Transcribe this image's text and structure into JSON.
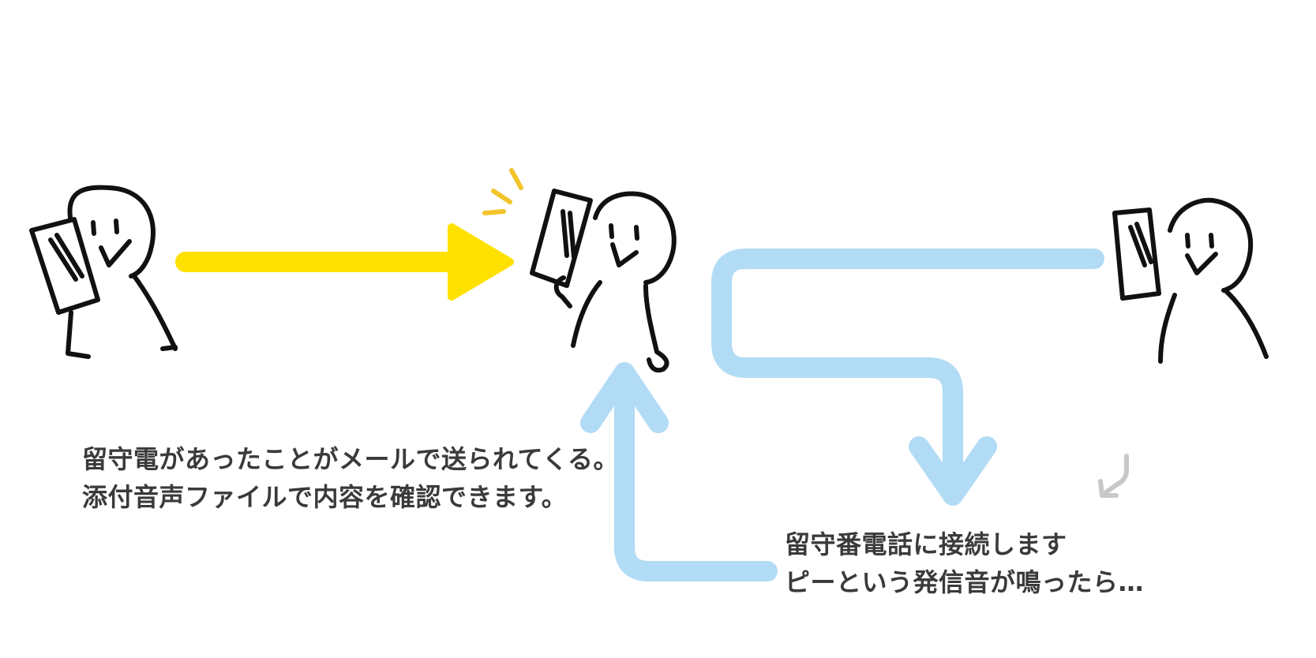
{
  "captions": {
    "left": {
      "line1": "留守電があったことがメールで送られてくる。",
      "line2": "添付音声ファイルで内容を確認できます。"
    },
    "right": {
      "line1": "留守番電話に接続します",
      "line2": "ピーという発信音が鳴ったら…"
    }
  },
  "colors": {
    "yellow_arrow": "#ffe100",
    "blue_arrow": "#b2dbf5",
    "ink": "#111111",
    "text": "#3a3a3a",
    "accent_lines": "#f2c42a",
    "grey_hint": "#c8c8c8"
  },
  "icons": {
    "left_person": "person-on-phone",
    "center_person": "person-receiving-notification",
    "right_person": "person-on-phone",
    "notification": "ring-lines"
  }
}
